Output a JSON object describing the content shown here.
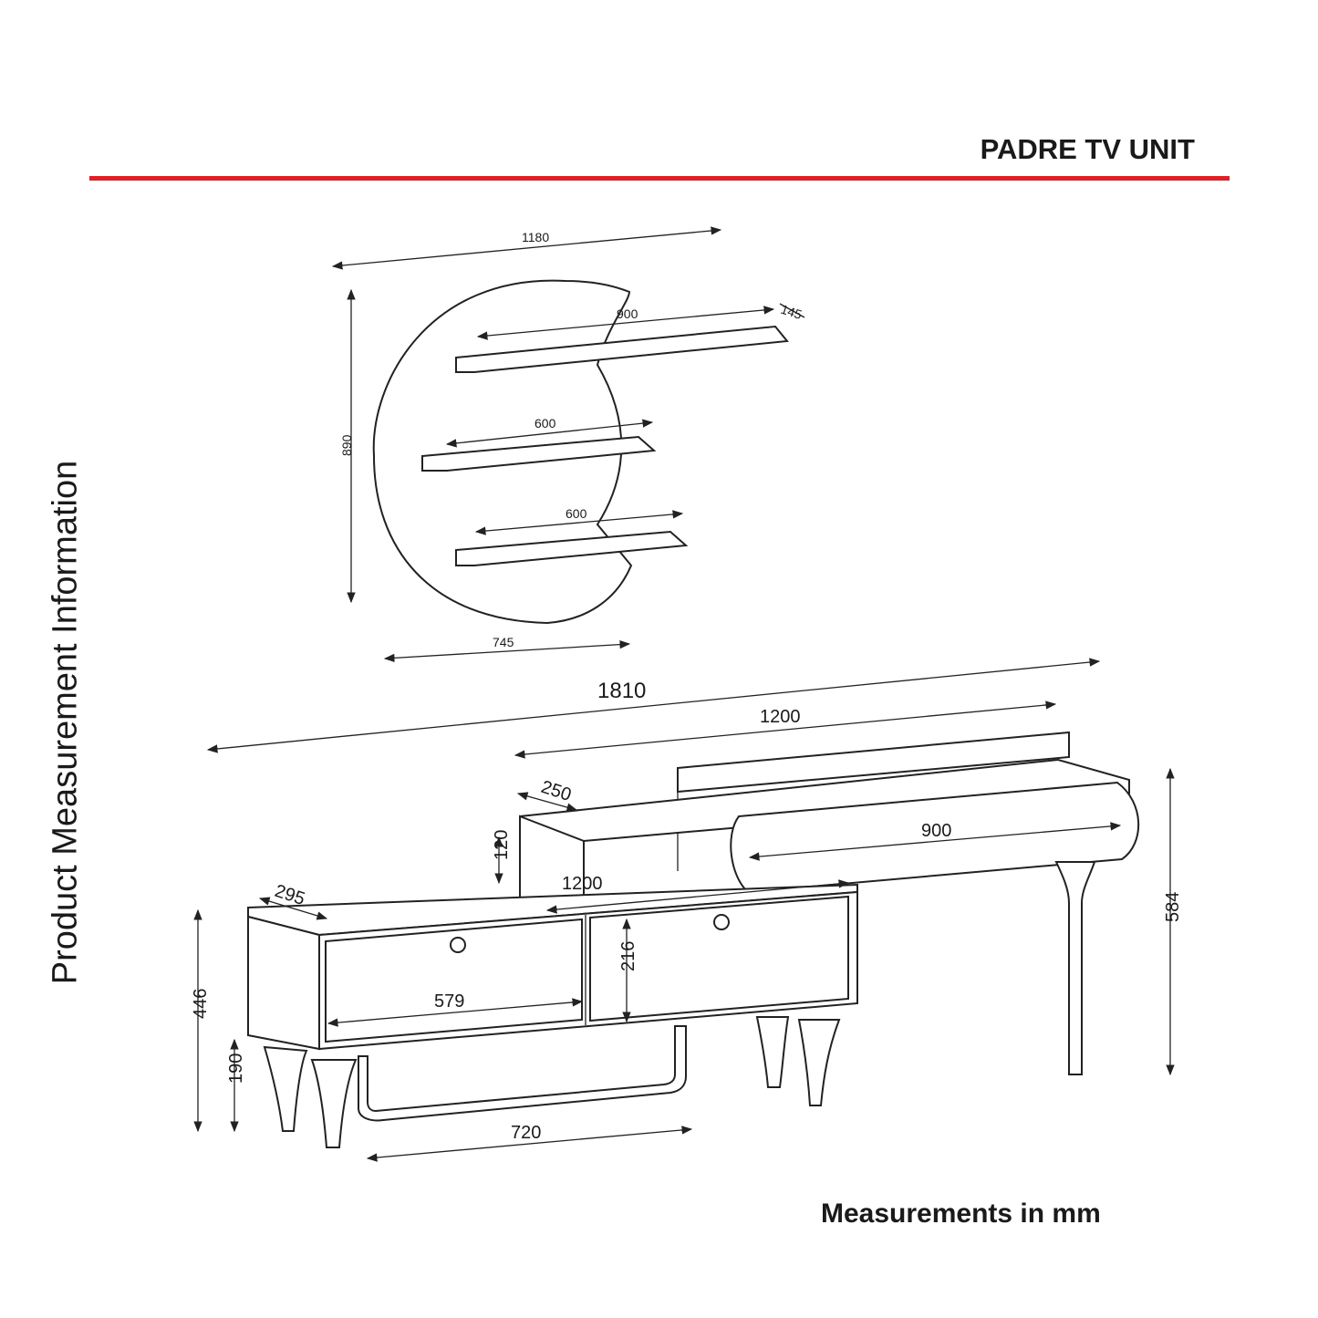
{
  "header": {
    "title": "PADRE TV UNIT",
    "accent_color": "#e31e24"
  },
  "side_label": "Product Measurement Information",
  "footer": "Measurements in mm",
  "dimensions": {
    "wall_width": "1180",
    "wall_height": "890",
    "wall_base": "745",
    "shelf_top_length": "900",
    "shelf_top_depth": "145",
    "shelf_mid_length": "600",
    "shelf_low_length": "600",
    "total_width": "1810",
    "top_unit_width": "1200",
    "top_unit_depth": "250",
    "riser_height": "120",
    "riser_inner_width": "1200",
    "drawer_width": "900",
    "cabinet_depth": "295",
    "door_width": "579",
    "door_height": "216",
    "total_height": "446",
    "leg_height": "190",
    "base_width": "720",
    "right_height": "584"
  }
}
